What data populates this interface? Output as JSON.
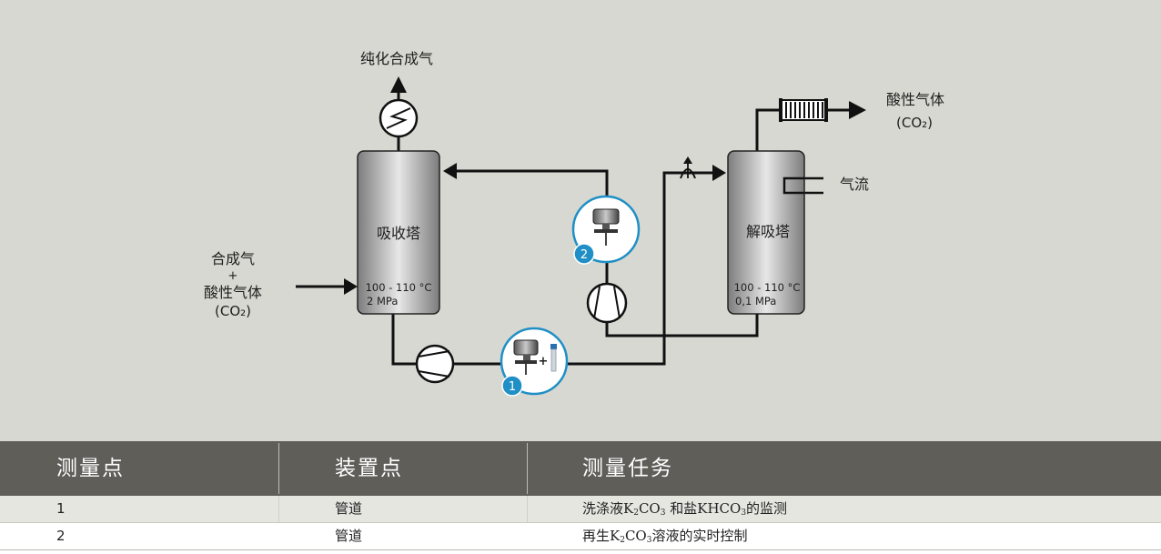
{
  "diagram": {
    "absorber": {
      "label": "吸收塔",
      "temp": "100 - 110 °C",
      "pressure": "2 MPa"
    },
    "desorber": {
      "label": "解吸塔",
      "temp": "100 - 110 °C",
      "pressure": "0,1 MPa"
    },
    "purified_gas": "纯化合成气",
    "acid_gas": {
      "label": "酸性气体",
      "formula": "(CO₂)"
    },
    "steam": "气流",
    "feed": {
      "line1": "合成气",
      "plus": "+",
      "line2": "酸性气体",
      "formula": "(CO₂)"
    },
    "markers": [
      {
        "num": "1"
      },
      {
        "num": "2"
      }
    ],
    "device_plus": "+"
  },
  "table": {
    "headers": [
      "测量点",
      "装置点",
      "测量任务"
    ],
    "rows": [
      {
        "point": "1",
        "location": "管道",
        "task_prefix": "洗涤液K",
        "task_sub1": "2",
        "task_mid1": "CO",
        "task_sub2": "3",
        "task_mid2": " 和盐KHCO",
        "task_sub3": "3",
        "task_suffix": "的监测"
      },
      {
        "point": "2",
        "location": "管道",
        "task_prefix": "再生K",
        "task_sub1": "2",
        "task_mid1": "CO",
        "task_sub2": "3",
        "task_suffix": "溶液的实时控制"
      }
    ]
  },
  "colors": {
    "marker": "#1f8fc5",
    "header_bg": "#5f5e59",
    "diagram_bg": "#d8d8d2"
  }
}
